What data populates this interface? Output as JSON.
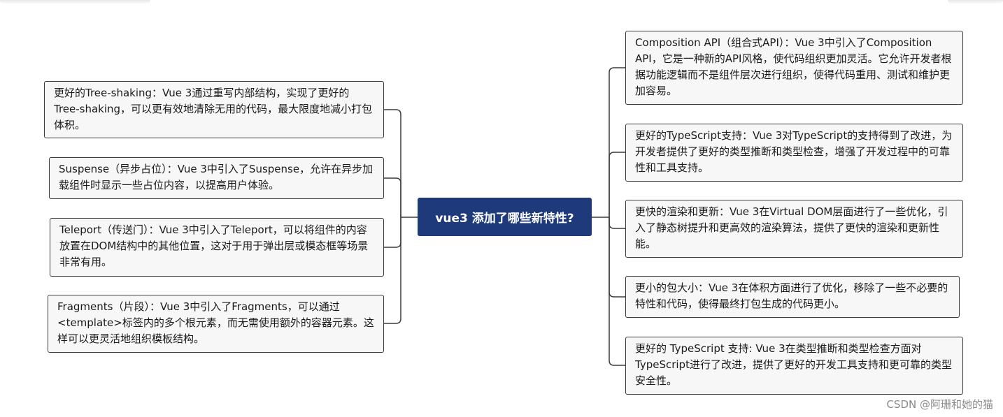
{
  "center": {
    "title": "vue3 添加了哪些新特性?"
  },
  "left_nodes": [
    {
      "text": "更好的Tree-shaking：Vue 3通过重写内部结构，实现了更好的Tree-shaking，可以更有效地清除无用的代码，最大限度地减小打包体积。"
    },
    {
      "text": "Suspense（异步占位）：Vue 3中引入了Suspense，允许在异步加载组件时显示一些占位内容，以提高用户体验。"
    },
    {
      "text": "Teleport（传送门）：Vue 3中引入了Teleport，可以将组件的内容放置在DOM结构中的其他位置，这对于用于弹出层或模态框等场景非常有用。"
    },
    {
      "text": "Fragments（片段）：Vue 3中引入了Fragments，可以通过<template>标签内的多个根元素，而无需使用额外的容器元素。这样可以更灵活地组织模板结构。"
    }
  ],
  "right_nodes": [
    {
      "text": "Composition API（组合式API）：Vue 3中引入了Composition API，它是一种新的API风格，使代码组织更加灵活。它允许开发者根据功能逻辑而不是组件层次进行组织，使得代码重用、测试和维护更加容易。"
    },
    {
      "text": "更好的TypeScript支持：Vue 3对TypeScript的支持得到了改进，为开发者提供了更好的类型推断和类型检查，增强了开发过程中的可靠性和工具支持。"
    },
    {
      "text": "更快的渲染和更新：Vue 3在Virtual DOM层面进行了一些优化，引入了静态树提升和更高效的渲染算法，提供了更快的渲染和更新性能。"
    },
    {
      "text": "更小的包大小：Vue 3在体积方面进行了优化，移除了一些不必要的特性和代码，使得最终打包生成的代码更小。"
    },
    {
      "text": "更好的 TypeScript 支持: Vue 3在类型推断和类型检查方面对TypeScript进行了改进，提供了更好的开发工具支持和更可靠的类型安全性。"
    }
  ],
  "watermark": "CSDN @阿珊和她的猫",
  "colors": {
    "center_bg": "#1e3a7b",
    "node_bg": "#f7f7f7",
    "node_border": "#3a3a3a",
    "connector": "#3a3a3a"
  }
}
